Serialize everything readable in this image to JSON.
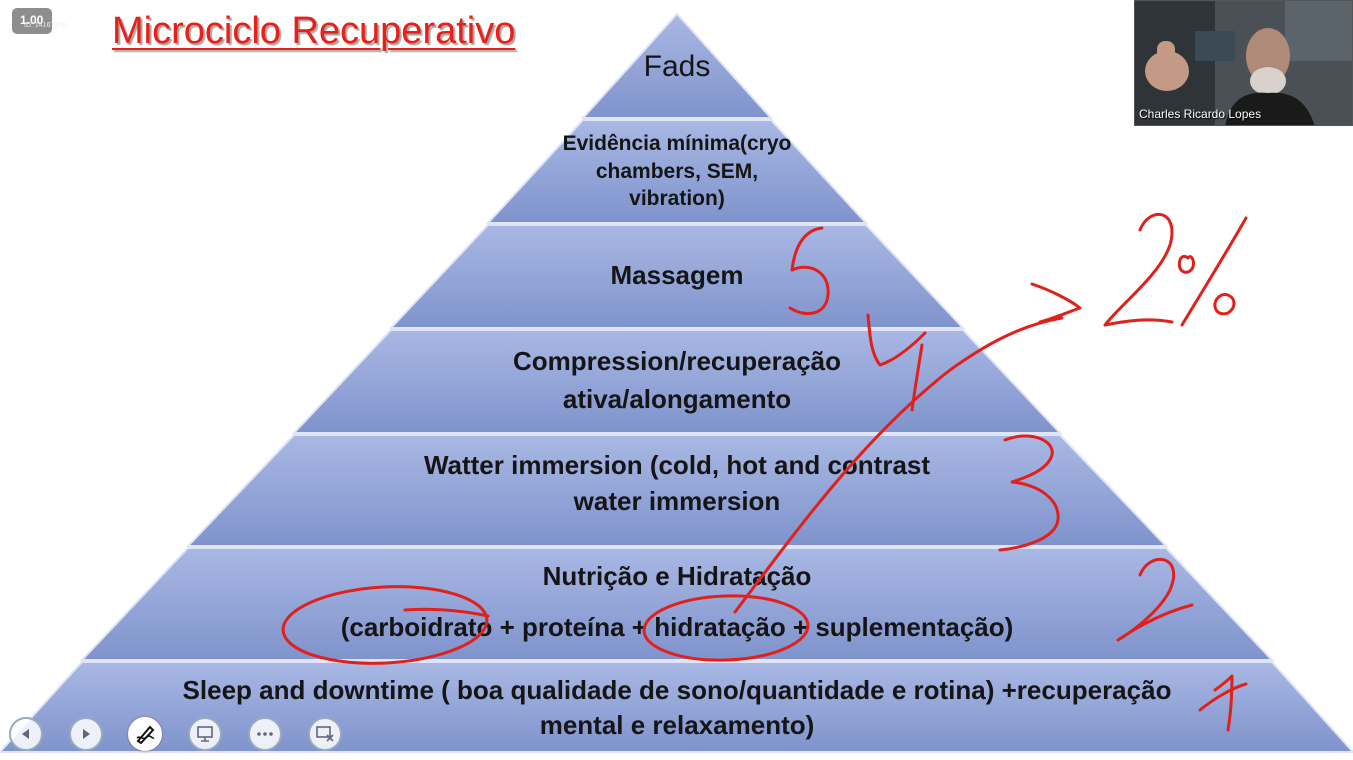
{
  "slide": {
    "title": "Microciclo Recuperativo",
    "speed_badge": "1.00",
    "speed_badge_id": "ID: 14167370",
    "pyramid": {
      "level1": "Fads",
      "level2_l1": "Evidência mínima(cryo",
      "level2_l2": "chambers, SEM,",
      "level2_l3": "vibration)",
      "level3": "Massagem",
      "level4_l1": "Compression/recuperação",
      "level4_l2": "ativa/alongamento",
      "level5_l1": "Watter immersion (cold, hot and contrast",
      "level5_l2": "water immersion",
      "level6_l1": "Nutrição e Hidratação",
      "level6_l2": "(carboidrato + proteína + hidratação + suplementação)",
      "level7_l1": "Sleep and downtime ( boa qualidade de sono/quantidade e rotina) +recuperação",
      "level7_l2": "mental e relaxamento)"
    }
  },
  "video": {
    "participant_name": "Charles Ricardo Lopes"
  },
  "controls": [
    "previous-icon",
    "next-icon",
    "pen-icon",
    "slide-icon",
    "more-icon",
    "end-show-icon"
  ],
  "colors": {
    "title": "#e8201a",
    "ink": "#e0201a",
    "pyramid_fill": "#8fa2d6",
    "pyramid_edge": "#5d73b3"
  }
}
